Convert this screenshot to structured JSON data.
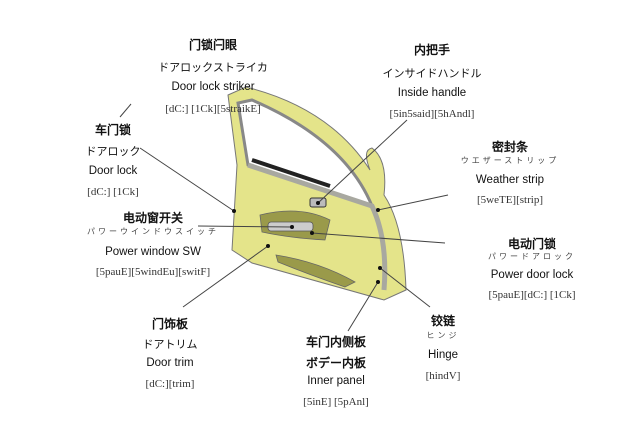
{
  "labels": {
    "striker": {
      "zh": "门锁闩眼",
      "ja": "ドアロックストライカ",
      "en": "Door lock striker",
      "ph": "[dC:] [1Ck][5straikE]"
    },
    "lock": {
      "zh": "车门锁",
      "ja": "ドアロック",
      "en": "Door lock",
      "ph": "[dC:] [1Ck]"
    },
    "handle": {
      "zh": "内把手",
      "ja": "インサイドハンドル",
      "en": "Inside handle",
      "ph": "[5in5said][5hAndl]"
    },
    "weather": {
      "zh": "密封条",
      "ja": "ウエザーストリップ",
      "en": "Weather strip",
      "ph": "[5weTE][strip]"
    },
    "window": {
      "zh": "电动窗开关",
      "ja": "パワーウインドウスイッチ",
      "en": "Power window SW",
      "ph": "[5pauE][5windEu][switF]"
    },
    "powerlock": {
      "zh": "电动门锁",
      "ja": "パワードアロック",
      "en": "Power door lock",
      "ph": "[5pauE][dC:] [1Ck]"
    },
    "trim": {
      "zh": "门饰板",
      "ja": "ドアトリム",
      "en": "Door trim",
      "ph": "[dC:][trim]"
    },
    "inner": {
      "zh": "车门内侧板",
      "ja": "ボデー内板",
      "en": "Inner panel",
      "ph": "[5inE] [5pAnl]"
    },
    "hinge": {
      "zh": "铰链",
      "ja": "ヒンジ",
      "en": "Hinge",
      "ph": "[hindV]"
    }
  },
  "colors": {
    "door": "#e4e48a",
    "frame": "#a8a8a0",
    "trim": "#9a9a4a"
  }
}
